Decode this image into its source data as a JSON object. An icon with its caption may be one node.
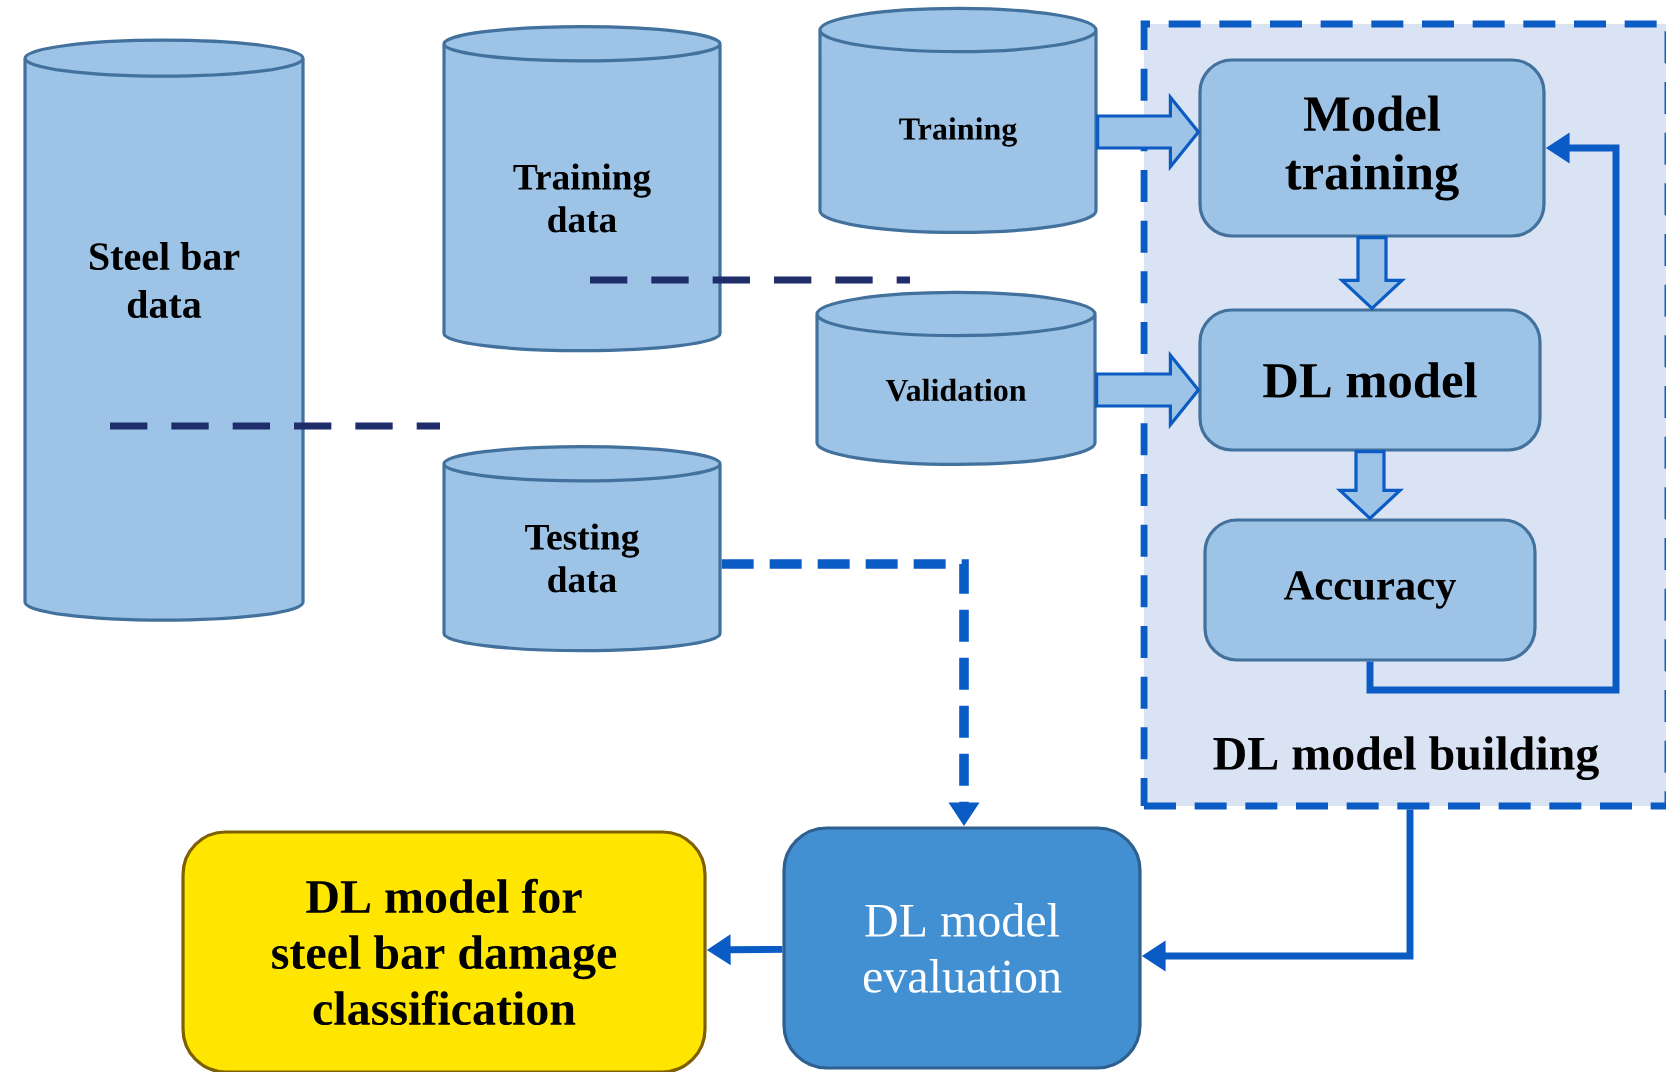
{
  "diagram": {
    "nodes": [
      {
        "text": [
          "Steel bar data"
        ]
      },
      {
        "text": [
          "Training data"
        ]
      },
      {
        "text": [
          "Testing data"
        ]
      },
      {
        "text": [
          "Training"
        ]
      },
      {
        "text": [
          "Validation"
        ]
      },
      {
        "text": [
          "DL model building"
        ]
      },
      {
        "text": [
          "Model training"
        ],
        "in": 5
      },
      {
        "text": [
          "DL model"
        ],
        "in": 5
      },
      {
        "text": [
          "Accuracy"
        ],
        "in": 5
      },
      {
        "text": [
          "DL model evaluation"
        ]
      },
      {
        "text": [
          "DL model for steel bar damage classification"
        ]
      }
    ],
    "edges": [
      {
        "from": 3,
        "to": 6,
        "arrow": "to",
        "style": "thick"
      },
      {
        "from": 4,
        "to": 7,
        "arrow": "to",
        "style": "thick"
      },
      {
        "from": 6,
        "to": 7,
        "arrow": "to",
        "style": "thick"
      },
      {
        "from": 7,
        "to": 8,
        "arrow": "to",
        "style": "thick"
      },
      {
        "from": 8,
        "to": 6,
        "arrow": "to"
      },
      {
        "from": 2,
        "to": 9,
        "arrow": "to",
        "style": "dashed"
      },
      {
        "from": 5,
        "to": 9,
        "arrow": "to"
      },
      {
        "from": 9,
        "to": 10,
        "arrow": "to"
      }
    ]
  }
}
